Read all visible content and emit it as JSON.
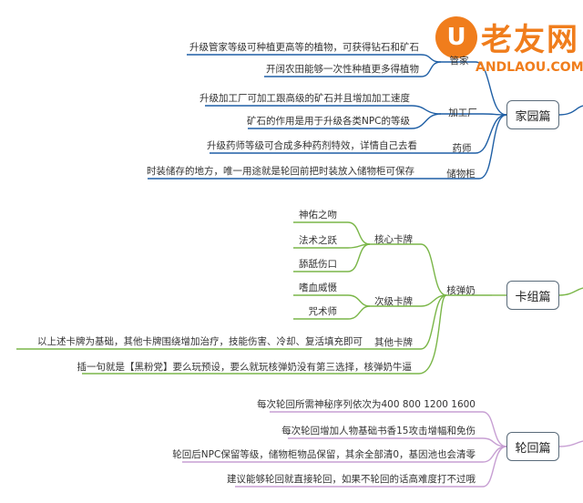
{
  "logo": {
    "mark": "U",
    "name_cn": "老友网",
    "domain": "ANDLAOU.COM",
    "color": "#f07d1c"
  },
  "colors": {
    "home": "#1f5fa5",
    "card": "#7ab648",
    "cycle": "#c79fd3",
    "box_border": "#5a6b7a"
  },
  "sections": {
    "home": {
      "title": "家园篇",
      "branches": [
        {
          "label": "管家",
          "leaves": [
            "升级管家等级可种植更高等的植物，可获得钻石和矿石",
            "开阔农田能够一次性种植更多得植物"
          ]
        },
        {
          "label": "加工厂",
          "leaves": [
            "升级加工厂可加工跟高级的矿石并且增加加工速度",
            "矿石的作用是用于升级各类NPC的等级"
          ]
        },
        {
          "label": "药师",
          "leaves": [
            "升级药师等级可合成多种药剂特效，详情自己去看"
          ]
        },
        {
          "label": "储物柜",
          "leaves": [
            "时装储存的地方，唯一用途就是轮回前把时装放入储物柜可保存"
          ]
        }
      ]
    },
    "card": {
      "title": "卡组篇",
      "hub": "核弹奶",
      "branches": [
        {
          "label": "核心卡牌",
          "leaves": [
            "神佑之吻",
            "法术之跃",
            "舔舐伤口"
          ]
        },
        {
          "label": "次级卡牌",
          "leaves": [
            "嗜血威慑",
            "咒术师"
          ]
        },
        {
          "label": "其他卡牌",
          "leaves": [
            "以上述卡牌为基础，其他卡牌围绕增加治疗，技能伤害、冷却、复活填充即可"
          ]
        }
      ],
      "note": "插一句就是【黑粉党】要么玩预设，要么就玩核弹奶没有第三选择，核弹奶牛逼"
    },
    "cycle": {
      "title": "轮回篇",
      "leaves": [
        "每次轮回所需神秘序列依次为400 800 1200 1600",
        "每次轮回增加人物基础书香15攻击增幅和免伤",
        "轮回后NPC保留等级，储物柜物品保留，其余全部清0，基因池也会清零",
        "建议能够轮回就直接轮回，如果不轮回的话高难度打不过哦"
      ]
    }
  }
}
